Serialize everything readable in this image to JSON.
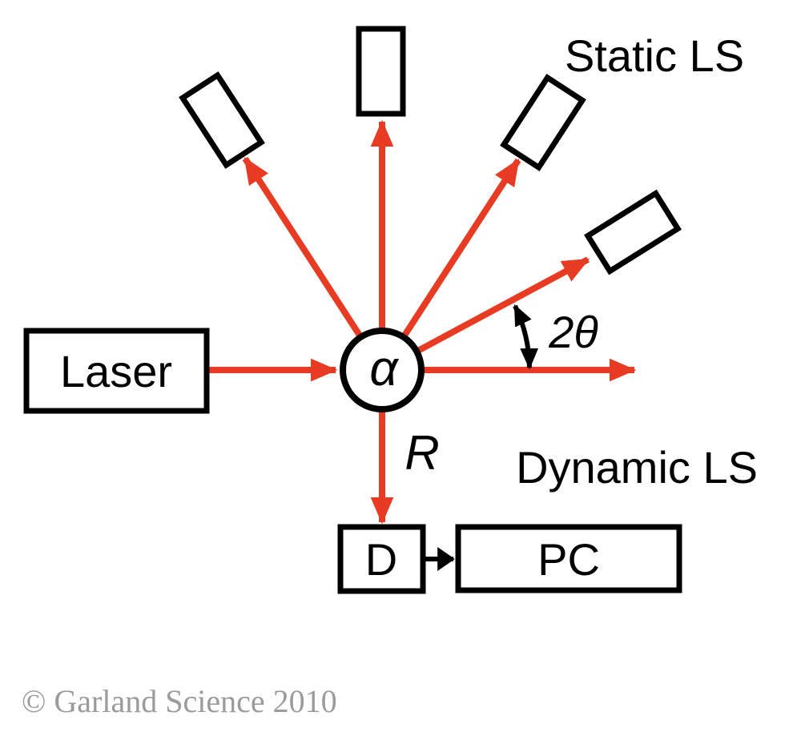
{
  "figure": {
    "title_context": "Light scattering experimental setup diagram",
    "colors": {
      "beam_red": "#e83b23",
      "outline_black": "#000000",
      "copyright_gray": "#9b9b9b",
      "background": "#ffffff"
    },
    "components": {
      "laser": {
        "label": "Laser"
      },
      "sample_cell": {
        "label": "α"
      },
      "static_branch": {
        "label": "Static LS"
      },
      "dynamic_branch": {
        "label": "Dynamic LS"
      },
      "scattering_angle": {
        "label": "2θ"
      },
      "distance": {
        "label": "R"
      },
      "detector": {
        "label": "D"
      },
      "computer": {
        "label": "PC"
      }
    },
    "copyright": "© Garland Science 2010"
  }
}
